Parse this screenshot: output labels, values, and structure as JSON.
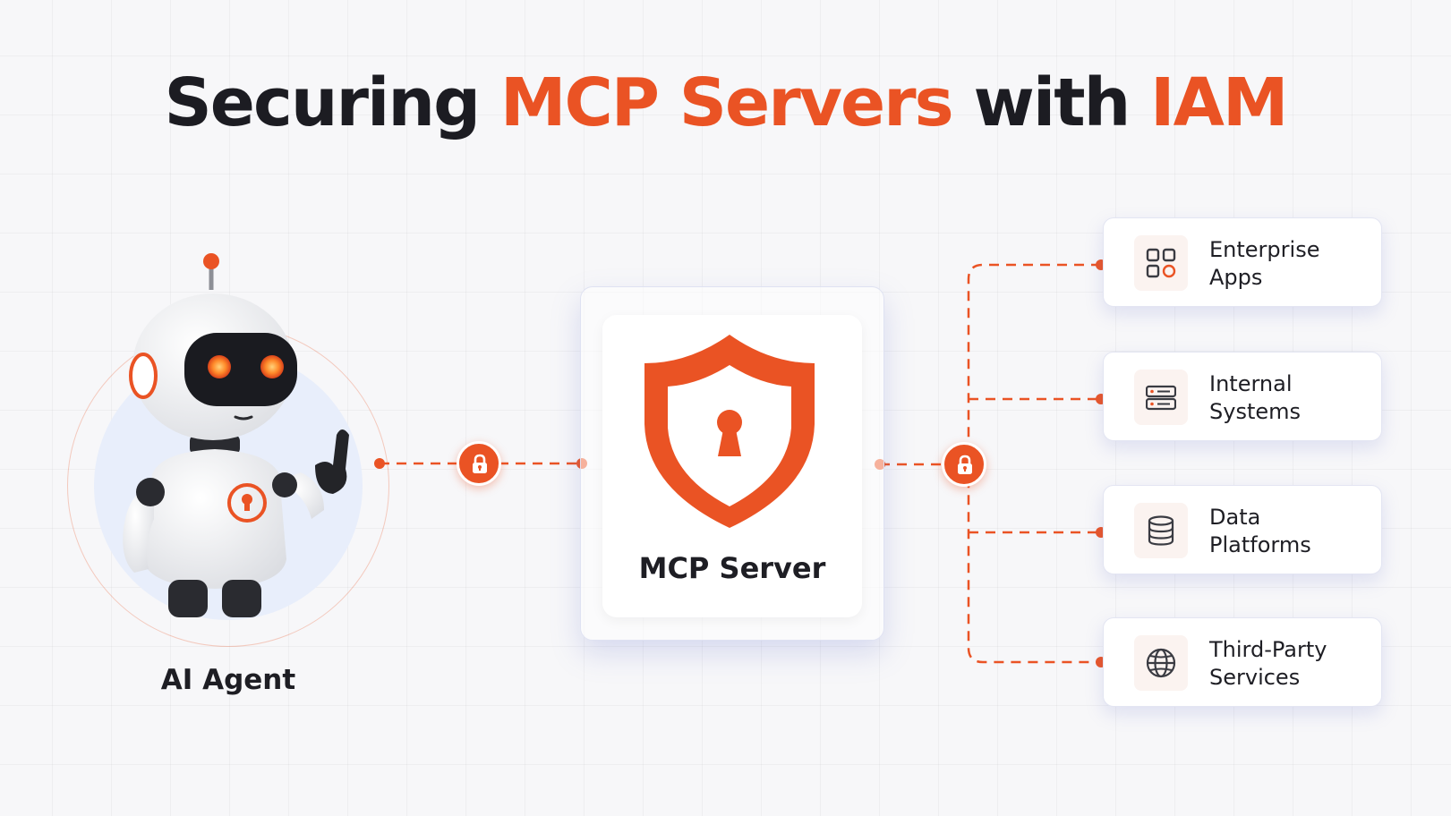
{
  "title": {
    "part1": "Securing",
    "part2": "MCP Servers",
    "part3": "with",
    "part4": "IAM"
  },
  "colors": {
    "accent": "#ea5324",
    "text": "#1e1e24",
    "background": "#f7f7f9"
  },
  "agent": {
    "label": "AI Agent",
    "icon": "robot-icon"
  },
  "server": {
    "label": "MCP Server",
    "icon": "shield-keyhole-icon"
  },
  "connectors": {
    "icon": "lock-icon"
  },
  "destinations": [
    {
      "line1": "Enterprise",
      "line2": "Apps",
      "icon": "apps-grid-icon"
    },
    {
      "line1": "Internal",
      "line2": "Systems",
      "icon": "server-rack-icon"
    },
    {
      "line1": "Data",
      "line2": "Platforms",
      "icon": "database-icon"
    },
    {
      "line1": "Third-Party",
      "line2": "Services",
      "icon": "globe-icon"
    }
  ]
}
